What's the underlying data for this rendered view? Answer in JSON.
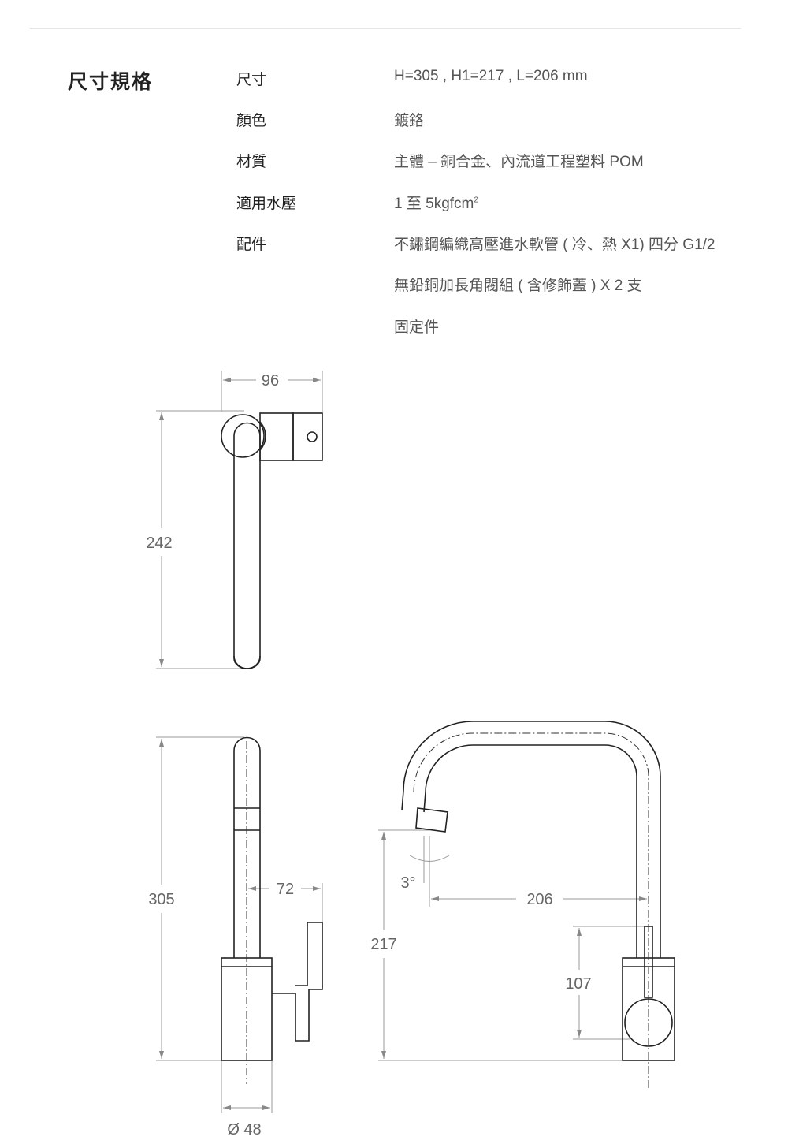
{
  "section_title": "尺寸規格",
  "specs": [
    {
      "label": "尺寸",
      "values": [
        "H=305 , H1=217 , L=206 mm"
      ]
    },
    {
      "label": "顏色",
      "values": [
        "鍍鉻"
      ]
    },
    {
      "label": "材質",
      "values": [
        "主體 – 銅合金、內流道工程塑料 POM"
      ]
    },
    {
      "label": "適用水壓",
      "values": [
        "1 至 5kgfcm"
      ],
      "superscript": "2"
    },
    {
      "label": "配件",
      "values": [
        "不鏽鋼編織高壓進水軟管 ( 冷、熱 X1) 四分 G1/2",
        "無鉛銅加長角閥組 ( 含修飾蓋 ) X 2 支",
        "固定件"
      ]
    }
  ],
  "drawing": {
    "top_view": {
      "width": "96",
      "length": "242"
    },
    "side_view": {
      "height": "305",
      "handle": "72",
      "diameter": "Ø 48"
    },
    "front_view": {
      "angle": "3°",
      "reach": "206",
      "spout_height": "217",
      "handle_height": "107"
    }
  }
}
